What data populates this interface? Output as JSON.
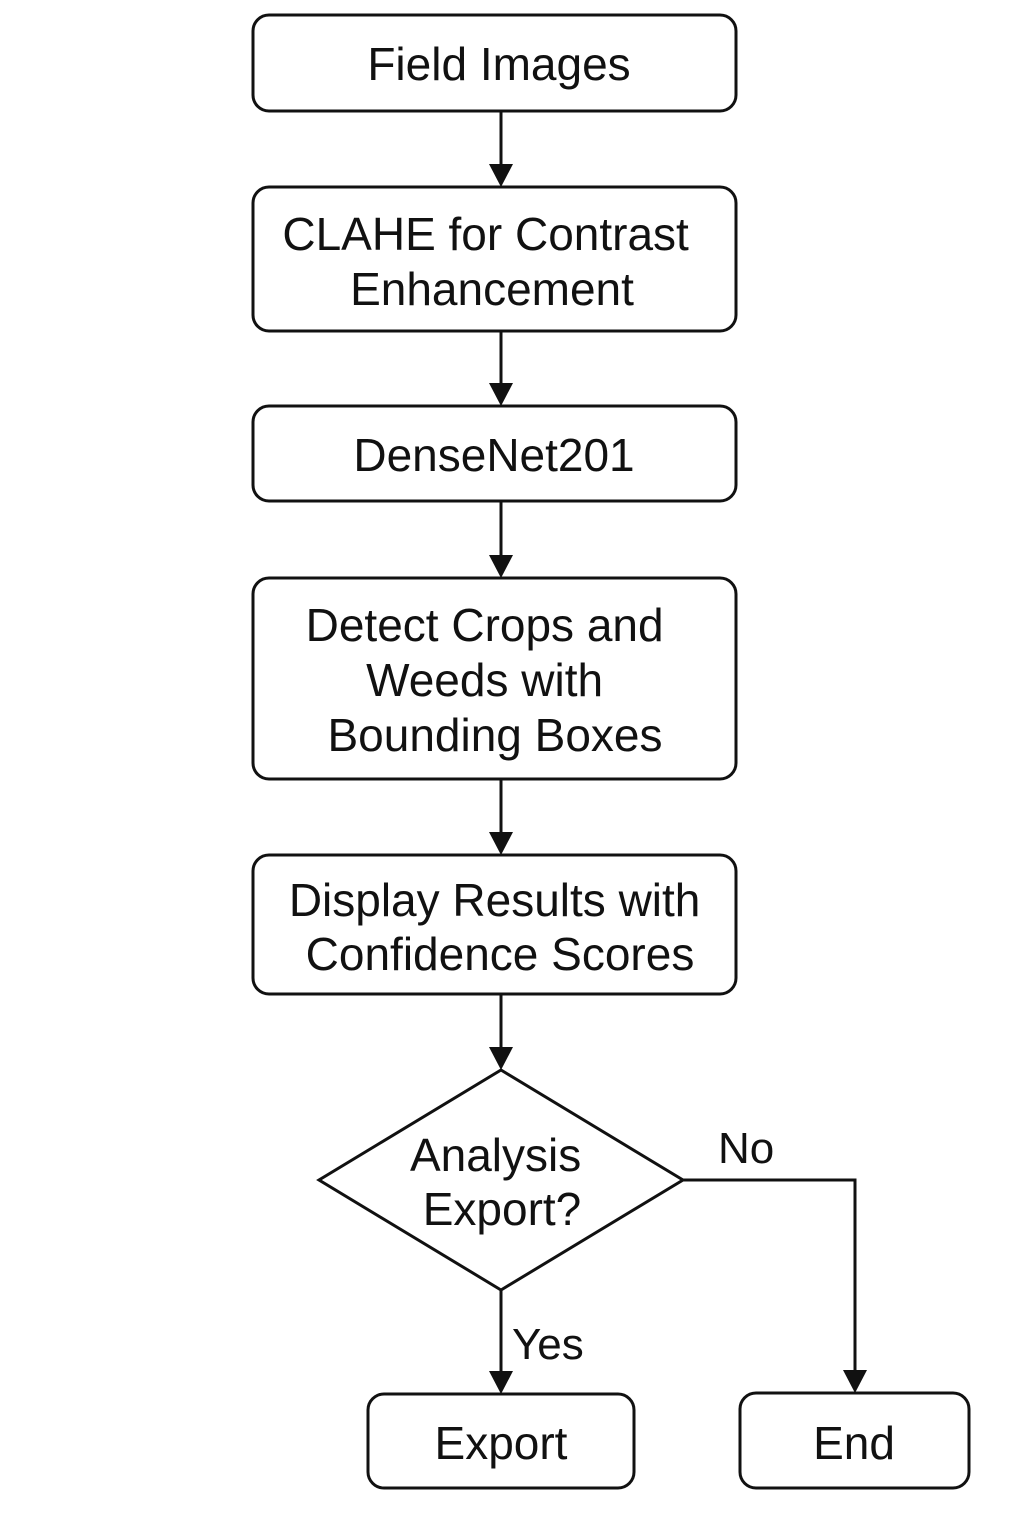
{
  "flowchart": {
    "nodes": {
      "field_images": {
        "lines": [
          "Field Images"
        ]
      },
      "clahe": {
        "lines": [
          "CLAHE for Contrast",
          "Enhancement"
        ]
      },
      "densenet": {
        "lines": [
          "DenseNet201"
        ]
      },
      "detect": {
        "lines": [
          "Detect Crops and",
          "Weeds with",
          "Bounding Boxes"
        ]
      },
      "display": {
        "lines": [
          "Display Results with",
          "Confidence Scores"
        ]
      },
      "decision": {
        "lines": [
          "Analysis",
          "Export?"
        ]
      },
      "export": {
        "lines": [
          "Export"
        ]
      },
      "end": {
        "lines": [
          "End"
        ]
      }
    },
    "edges": {
      "yes_label": "Yes",
      "no_label": "No"
    }
  },
  "colors": {
    "stroke": "#111111",
    "fill": "#ffffff",
    "text": "#111111"
  }
}
